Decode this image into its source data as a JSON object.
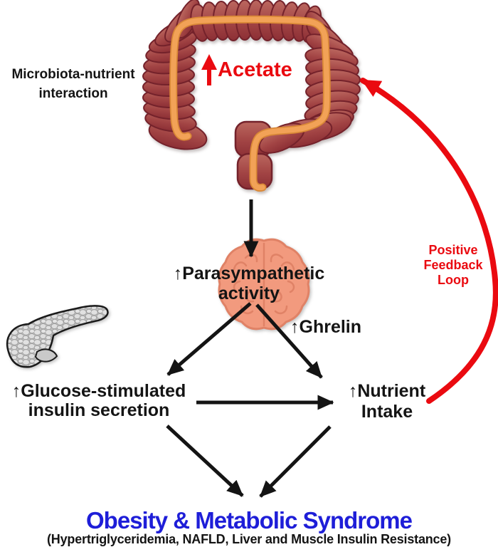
{
  "figure": {
    "labels": {
      "microbiota": "Microbiota-nutrient\ninteraction",
      "acetate": "Acetate",
      "parasympathetic": "↑Parasympathetic\nactivity",
      "ghrelin": "↑Ghrelin",
      "glucose_insulin": "↑Glucose-stimulated\ninsulin secretion",
      "nutrient_intake": "↑Nutrient\nIntake",
      "feedback": "Positive\nFeedback\nLoop",
      "outcome_title": "Obesity & Metabolic Syndrome",
      "outcome_subtitle": "(Hypertriglyceridemia, NAFLD, Liver and Muscle Insulin Resistance)"
    },
    "colors": {
      "accent_red": "#ea0a10",
      "outcome_blue": "#1e1ed8",
      "text_black": "#141414",
      "colon_light": "#b6625c",
      "colon_dark": "#8c2f35",
      "colon_outline": "#74222b",
      "lumen_tube_orange": "#f2a257",
      "brain_fill": "#f29a7e",
      "brain_line": "#e08266",
      "pancreas_gray": "#d9d9d9"
    },
    "icons": {
      "colon": "large-intestine-illustration",
      "brain": "brain-illustration",
      "pancreas": "pancreas-illustration",
      "feedback_arrow": "curved-red-arrow",
      "acetate_arrow": "red-up-arrow"
    }
  }
}
